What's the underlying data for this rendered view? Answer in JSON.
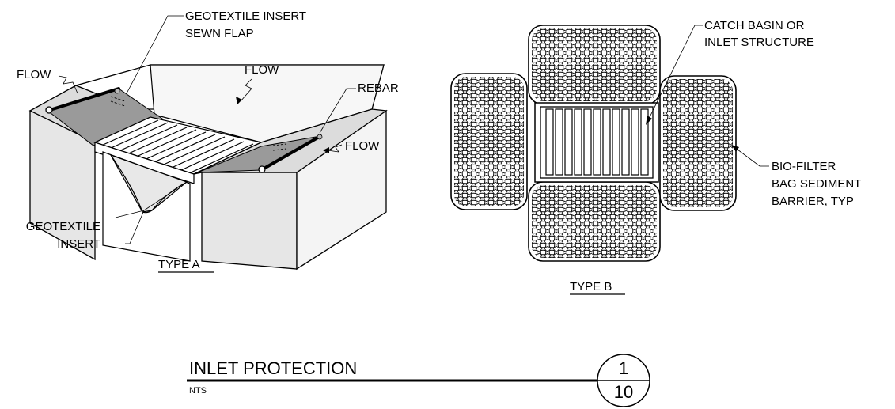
{
  "type_a": {
    "caption": "TYPE A",
    "labels": {
      "sewn_flap": [
        "GEOTEXTILE INSERT",
        "SEWN FLAP"
      ],
      "flow_left": "FLOW",
      "flow_top": "FLOW",
      "flow_right": "FLOW",
      "rebar": "REBAR",
      "insert": [
        "GEOTEXTILE",
        "INSERT"
      ]
    }
  },
  "type_b": {
    "caption": "TYPE B",
    "labels": {
      "catch_basin": [
        "CATCH BASIN OR",
        "INLET STRUCTURE"
      ],
      "bio_filter": [
        "BIO-FILTER",
        "BAG SEDIMENT",
        "BARRIER, TYP"
      ]
    }
  },
  "title_block": {
    "title": "INLET PROTECTION",
    "scale": "NTS",
    "detail_number": "1",
    "sheet_number": "10"
  }
}
